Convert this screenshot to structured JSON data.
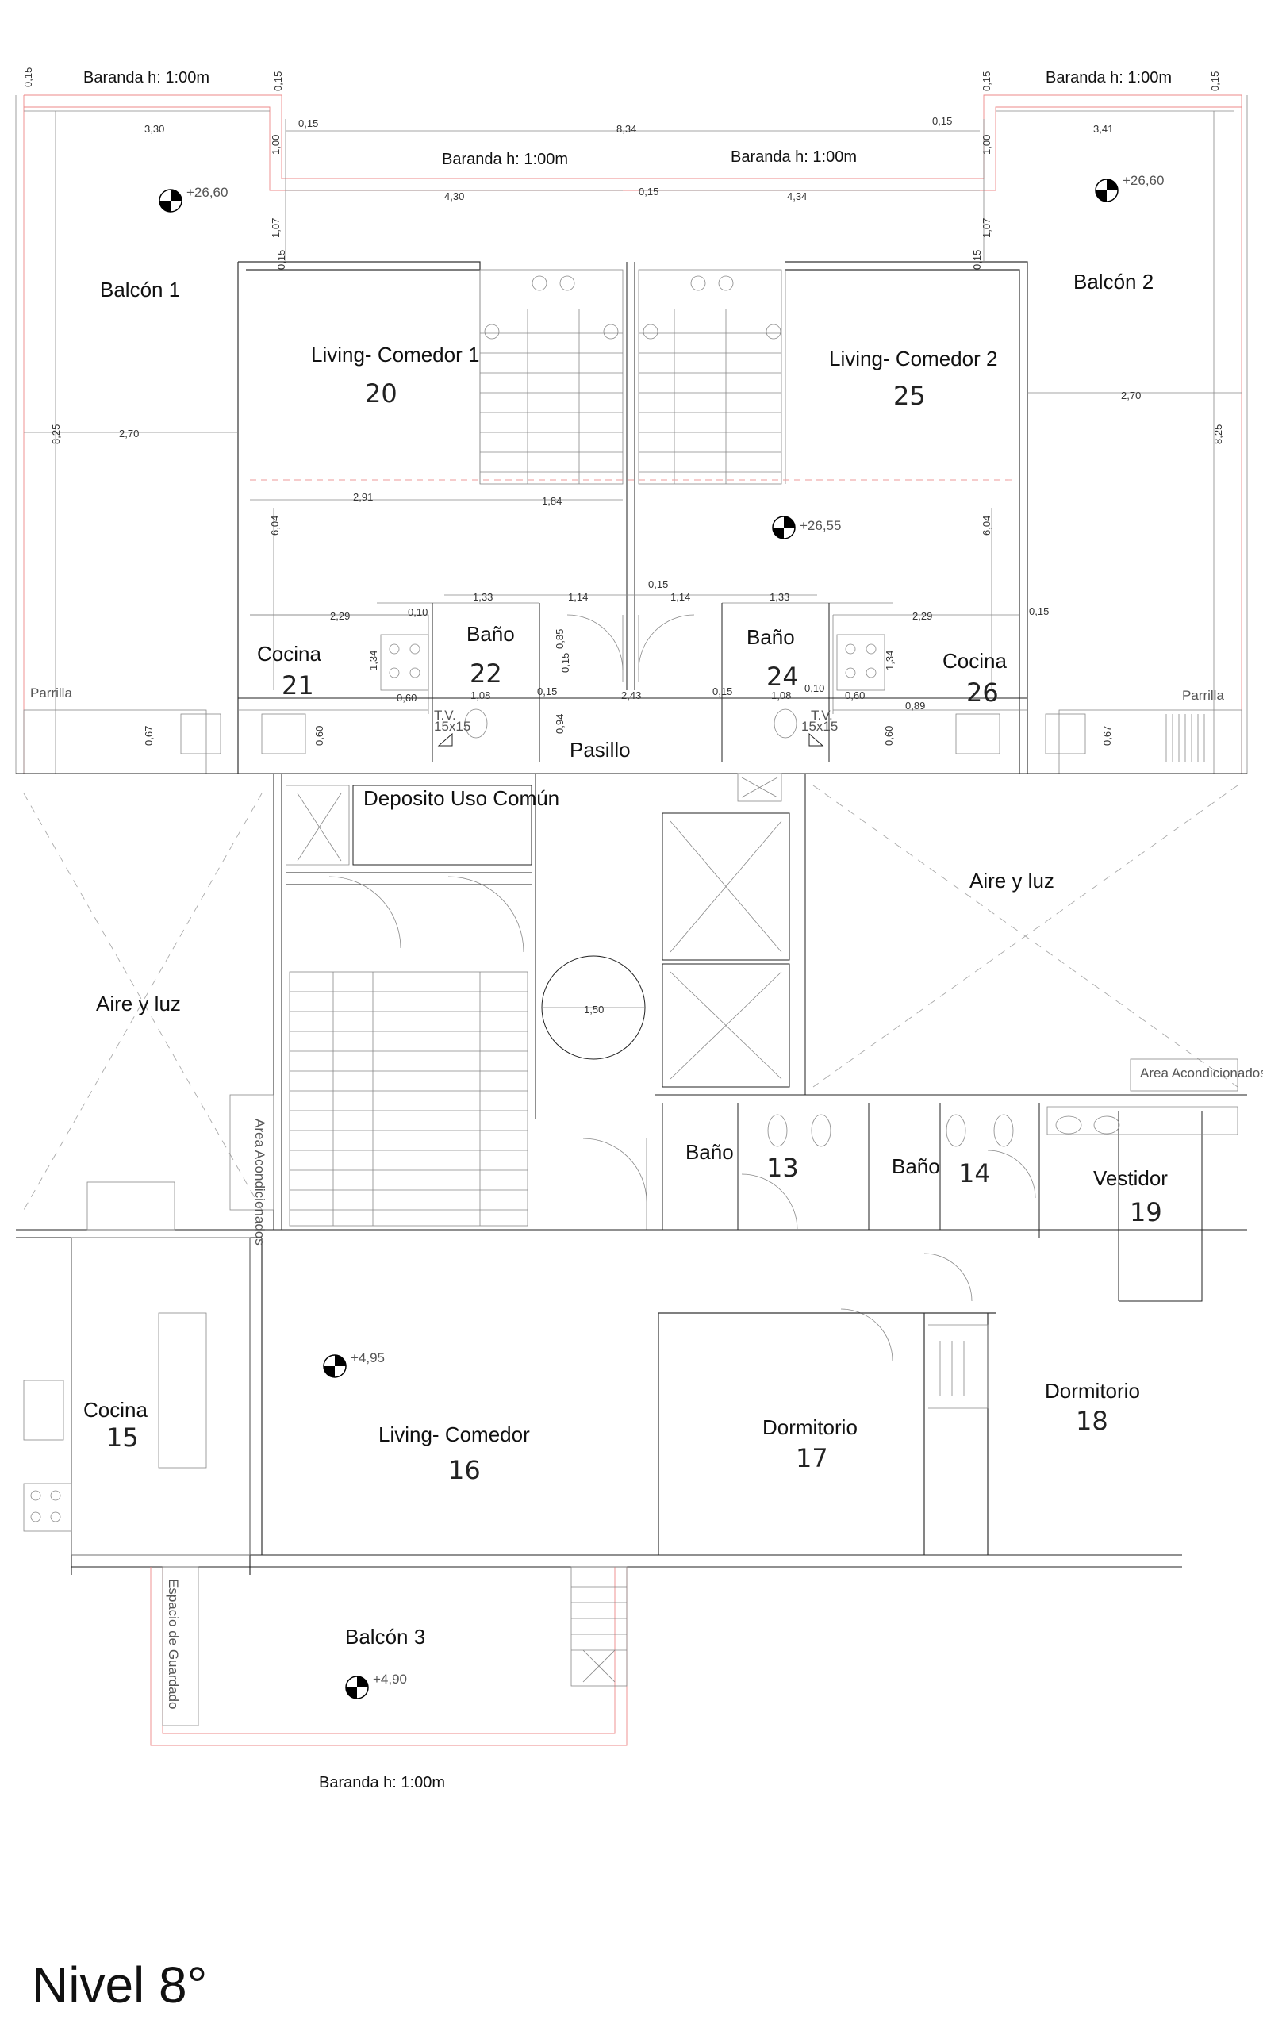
{
  "title": "Nivel 8°",
  "railings": [
    "Baranda h: 1:00m",
    "Baranda h: 1:00m",
    "Baranda h: 1:00m",
    "Baranda h: 1:00m",
    "Baranda h: 1:00m"
  ],
  "rooms": {
    "balcon1": "Balcón 1",
    "balcon2": "Balcón 2",
    "balcon3": "Balcón 3",
    "living1": "Living- Comedor 1",
    "living1_num": "20",
    "living2": "Living- Comedor 2",
    "living2_num": "25",
    "cocina21": "Cocina",
    "cocina21_num": "21",
    "bano22": "Baño",
    "bano22_num": "22",
    "bano24": "Baño",
    "bano24_num": "24",
    "cocina26": "Cocina",
    "cocina26_num": "26",
    "pasillo": "Pasillo",
    "deposito": "Deposito Uso Común",
    "aire_left": "Aire y luz",
    "aire_right": "Aire y luz",
    "bano13": "Baño",
    "bano13_num": "13",
    "bano14": "Baño",
    "bano14_num": "14",
    "vestidor": "Vestidor",
    "vestidor_num": "19",
    "cocina15": "Cocina",
    "cocina15_num": "15",
    "living16": "Living- Comedor",
    "living16_num": "16",
    "dormitorio17": "Dormitorio",
    "dormitorio17_num": "17",
    "dormitorio18": "Dormitorio",
    "dormitorio18_num": "18"
  },
  "levels": {
    "balcon1": "+26,60",
    "balcon2": "+26,60",
    "hall": "+26,55",
    "living16": "+4,95",
    "balcon3": "+4,90"
  },
  "dimensions": {
    "d015a": "0,15",
    "d015b": "0,15",
    "d015c": "0,15",
    "d015d": "0,15",
    "d015e": "0,15",
    "d015f": "0,15",
    "d015g": "0,15",
    "d015h": "0,15",
    "d015i": "0,15",
    "d015j": "0,15",
    "d015k": "0,15",
    "d015l": "0,15",
    "d015m": "0,15",
    "d015n": "0,15",
    "d330": "3,30",
    "d834": "8,34",
    "d341": "3,41",
    "d100a": "1,00",
    "d100b": "1,00",
    "d430": "4,30",
    "d434": "4,34",
    "d107a": "1,07",
    "d107b": "1,07",
    "d825a": "8,25",
    "d825b": "8,25",
    "d270a": "2,70",
    "d270b": "2,70",
    "d291": "2,91",
    "d184": "1,84",
    "d604a": "6,04",
    "d604b": "6,04",
    "d133a": "1,33",
    "d114a": "1,14",
    "d114b": "1,14",
    "d133b": "1,33",
    "d229a": "2,29",
    "d229b": "2,29",
    "d010a": "0,10",
    "d010b": "0,10",
    "d134a": "1,34",
    "d134b": "1,34",
    "d085": "0,85",
    "d094": "0,94",
    "d060a": "0,60",
    "d060b": "0,60",
    "d060c": "0,60",
    "d060d": "0,60",
    "d108a": "1,08",
    "d108b": "1,08",
    "d243": "2,43",
    "d089": "0,89",
    "d067a": "0,67",
    "d067b": "0,67",
    "d150": "1,50"
  },
  "notes": {
    "parrilla_left": "Parrilla",
    "parrilla_right": "Parrilla",
    "acond_left": "Area Acondicionados",
    "acond_right": "Area Acondicionados",
    "espacio": "Espacio de Guardado",
    "tv1": "T.V.",
    "tv1b": "15x15",
    "tv2": "T.V.",
    "tv2b": "15x15"
  },
  "colors": {
    "wall": "#222222",
    "railing": "#e88888",
    "dimension": "#333333"
  }
}
